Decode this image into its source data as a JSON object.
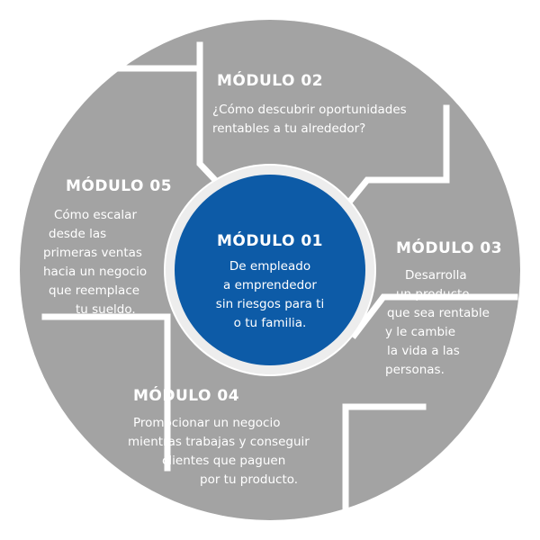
{
  "colors": {
    "segment": "#a3a3a3",
    "ring": "#ededed",
    "center": "#0d5ba7",
    "text": "#ffffff"
  },
  "modules": {
    "m01": {
      "title": "MÓDULO 01",
      "lines": [
        "De empleado",
        "a emprendedor",
        "sin riesgos para ti",
        "o tu familia."
      ]
    },
    "m02": {
      "title": "MÓDULO 02",
      "lines": [
        "¿Cómo descubrir oportunidades",
        "rentables a tu alrededor?"
      ]
    },
    "m03": {
      "title": "MÓDULO 03",
      "lines": [
        "Desarrolla",
        "un producto",
        "que sea rentable",
        "y le cambie",
        "la vida a las",
        "personas."
      ]
    },
    "m04": {
      "title": "MÓDULO 04",
      "lines": [
        "Promocionar un negocio",
        "mientras trabajas y conseguir",
        "clientes que paguen",
        "por tu producto."
      ]
    },
    "m05": {
      "title": "MÓDULO 05",
      "lines": [
        "Cómo escalar",
        "desde las",
        "primeras ventas",
        "hacia un negocio",
        "que reemplace",
        "tu sueldo."
      ]
    }
  }
}
